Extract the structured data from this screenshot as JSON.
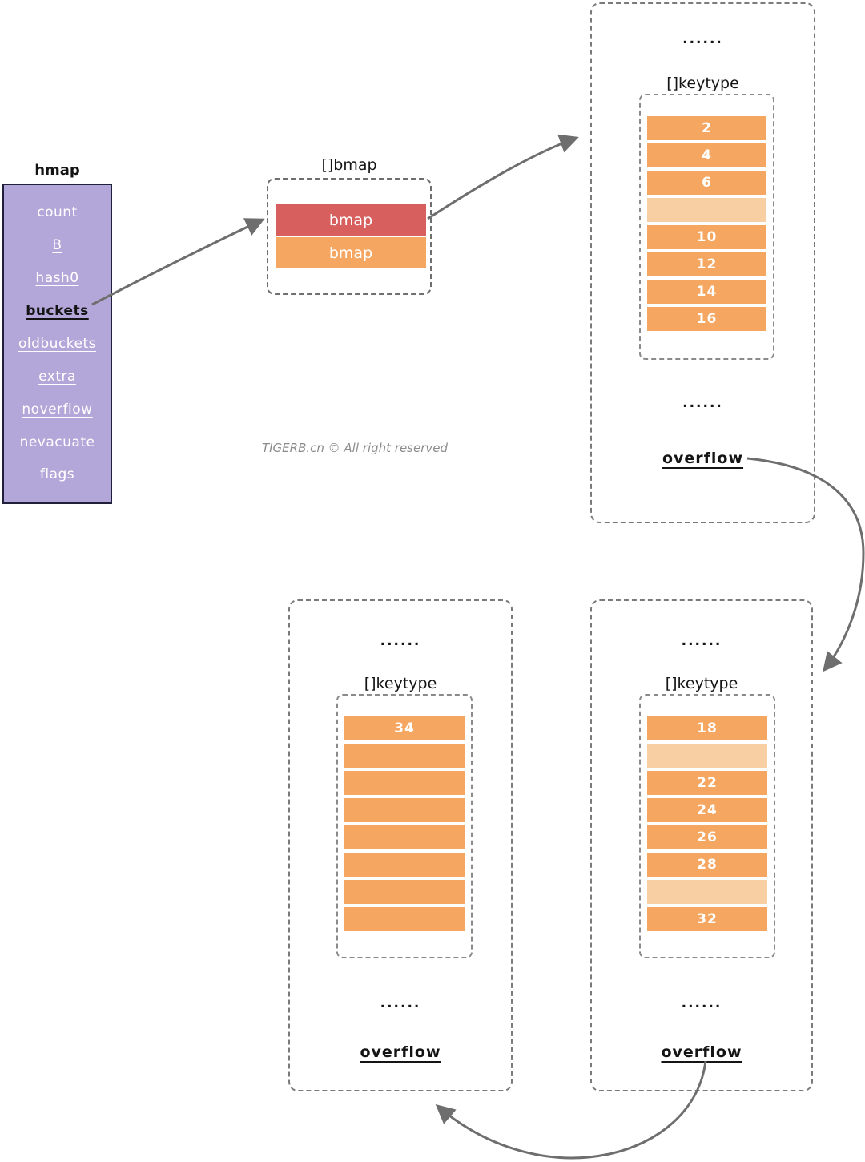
{
  "watermark": "TIGERB.cn © All right reserved",
  "hmap": {
    "title": "hmap",
    "fields": [
      {
        "label": "count"
      },
      {
        "label": "B"
      },
      {
        "label": "hash0"
      },
      {
        "label": "buckets",
        "highlight": true
      },
      {
        "label": "oldbuckets"
      },
      {
        "label": "extra"
      },
      {
        "label": "noverflow"
      },
      {
        "label": "nevacuate"
      },
      {
        "label": "flags"
      }
    ]
  },
  "bmap_array": {
    "title": "[]bmap",
    "rows": [
      {
        "label": "bmap",
        "color": "#d7605f"
      },
      {
        "label": "bmap",
        "color": "#f5a761"
      }
    ]
  },
  "buckets": [
    {
      "name": "bucket",
      "dots_top": "......",
      "keys_title": "[]keytype",
      "cells": [
        {
          "value": "2",
          "variant": "filled"
        },
        {
          "value": "4",
          "variant": "filled"
        },
        {
          "value": "6",
          "variant": "filled"
        },
        {
          "value": "",
          "variant": "empty"
        },
        {
          "value": "10",
          "variant": "filled"
        },
        {
          "value": "12",
          "variant": "filled"
        },
        {
          "value": "14",
          "variant": "filled"
        },
        {
          "value": "16",
          "variant": "filled"
        }
      ],
      "dots_bottom": "......",
      "overflow_label": "overflow"
    },
    {
      "name": "overflow-bucket-1",
      "dots_top": "......",
      "keys_title": "[]keytype",
      "cells": [
        {
          "value": "18",
          "variant": "filled"
        },
        {
          "value": "",
          "variant": "empty"
        },
        {
          "value": "22",
          "variant": "filled"
        },
        {
          "value": "24",
          "variant": "filled"
        },
        {
          "value": "26",
          "variant": "filled"
        },
        {
          "value": "28",
          "variant": "filled"
        },
        {
          "value": "",
          "variant": "empty"
        },
        {
          "value": "32",
          "variant": "filled"
        }
      ],
      "dots_bottom": "......",
      "overflow_label": "overflow"
    },
    {
      "name": "overflow-bucket-2",
      "dots_top": "......",
      "keys_title": "[]keytype",
      "cells": [
        {
          "value": "34",
          "variant": "filled"
        },
        {
          "value": "",
          "variant": "filled"
        },
        {
          "value": "",
          "variant": "filled"
        },
        {
          "value": "",
          "variant": "filled"
        },
        {
          "value": "",
          "variant": "filled"
        },
        {
          "value": "",
          "variant": "filled"
        },
        {
          "value": "",
          "variant": "filled"
        },
        {
          "value": "",
          "variant": "filled"
        }
      ],
      "dots_bottom": "......",
      "overflow_label": "overflow"
    }
  ],
  "colors": {
    "purple": "#b2a7d8",
    "cell_orange": "#f5a761",
    "cell_light_orange": "#f8cfa3",
    "bmap_red": "#d7605f",
    "arrow_gray": "#6e6e6e"
  }
}
